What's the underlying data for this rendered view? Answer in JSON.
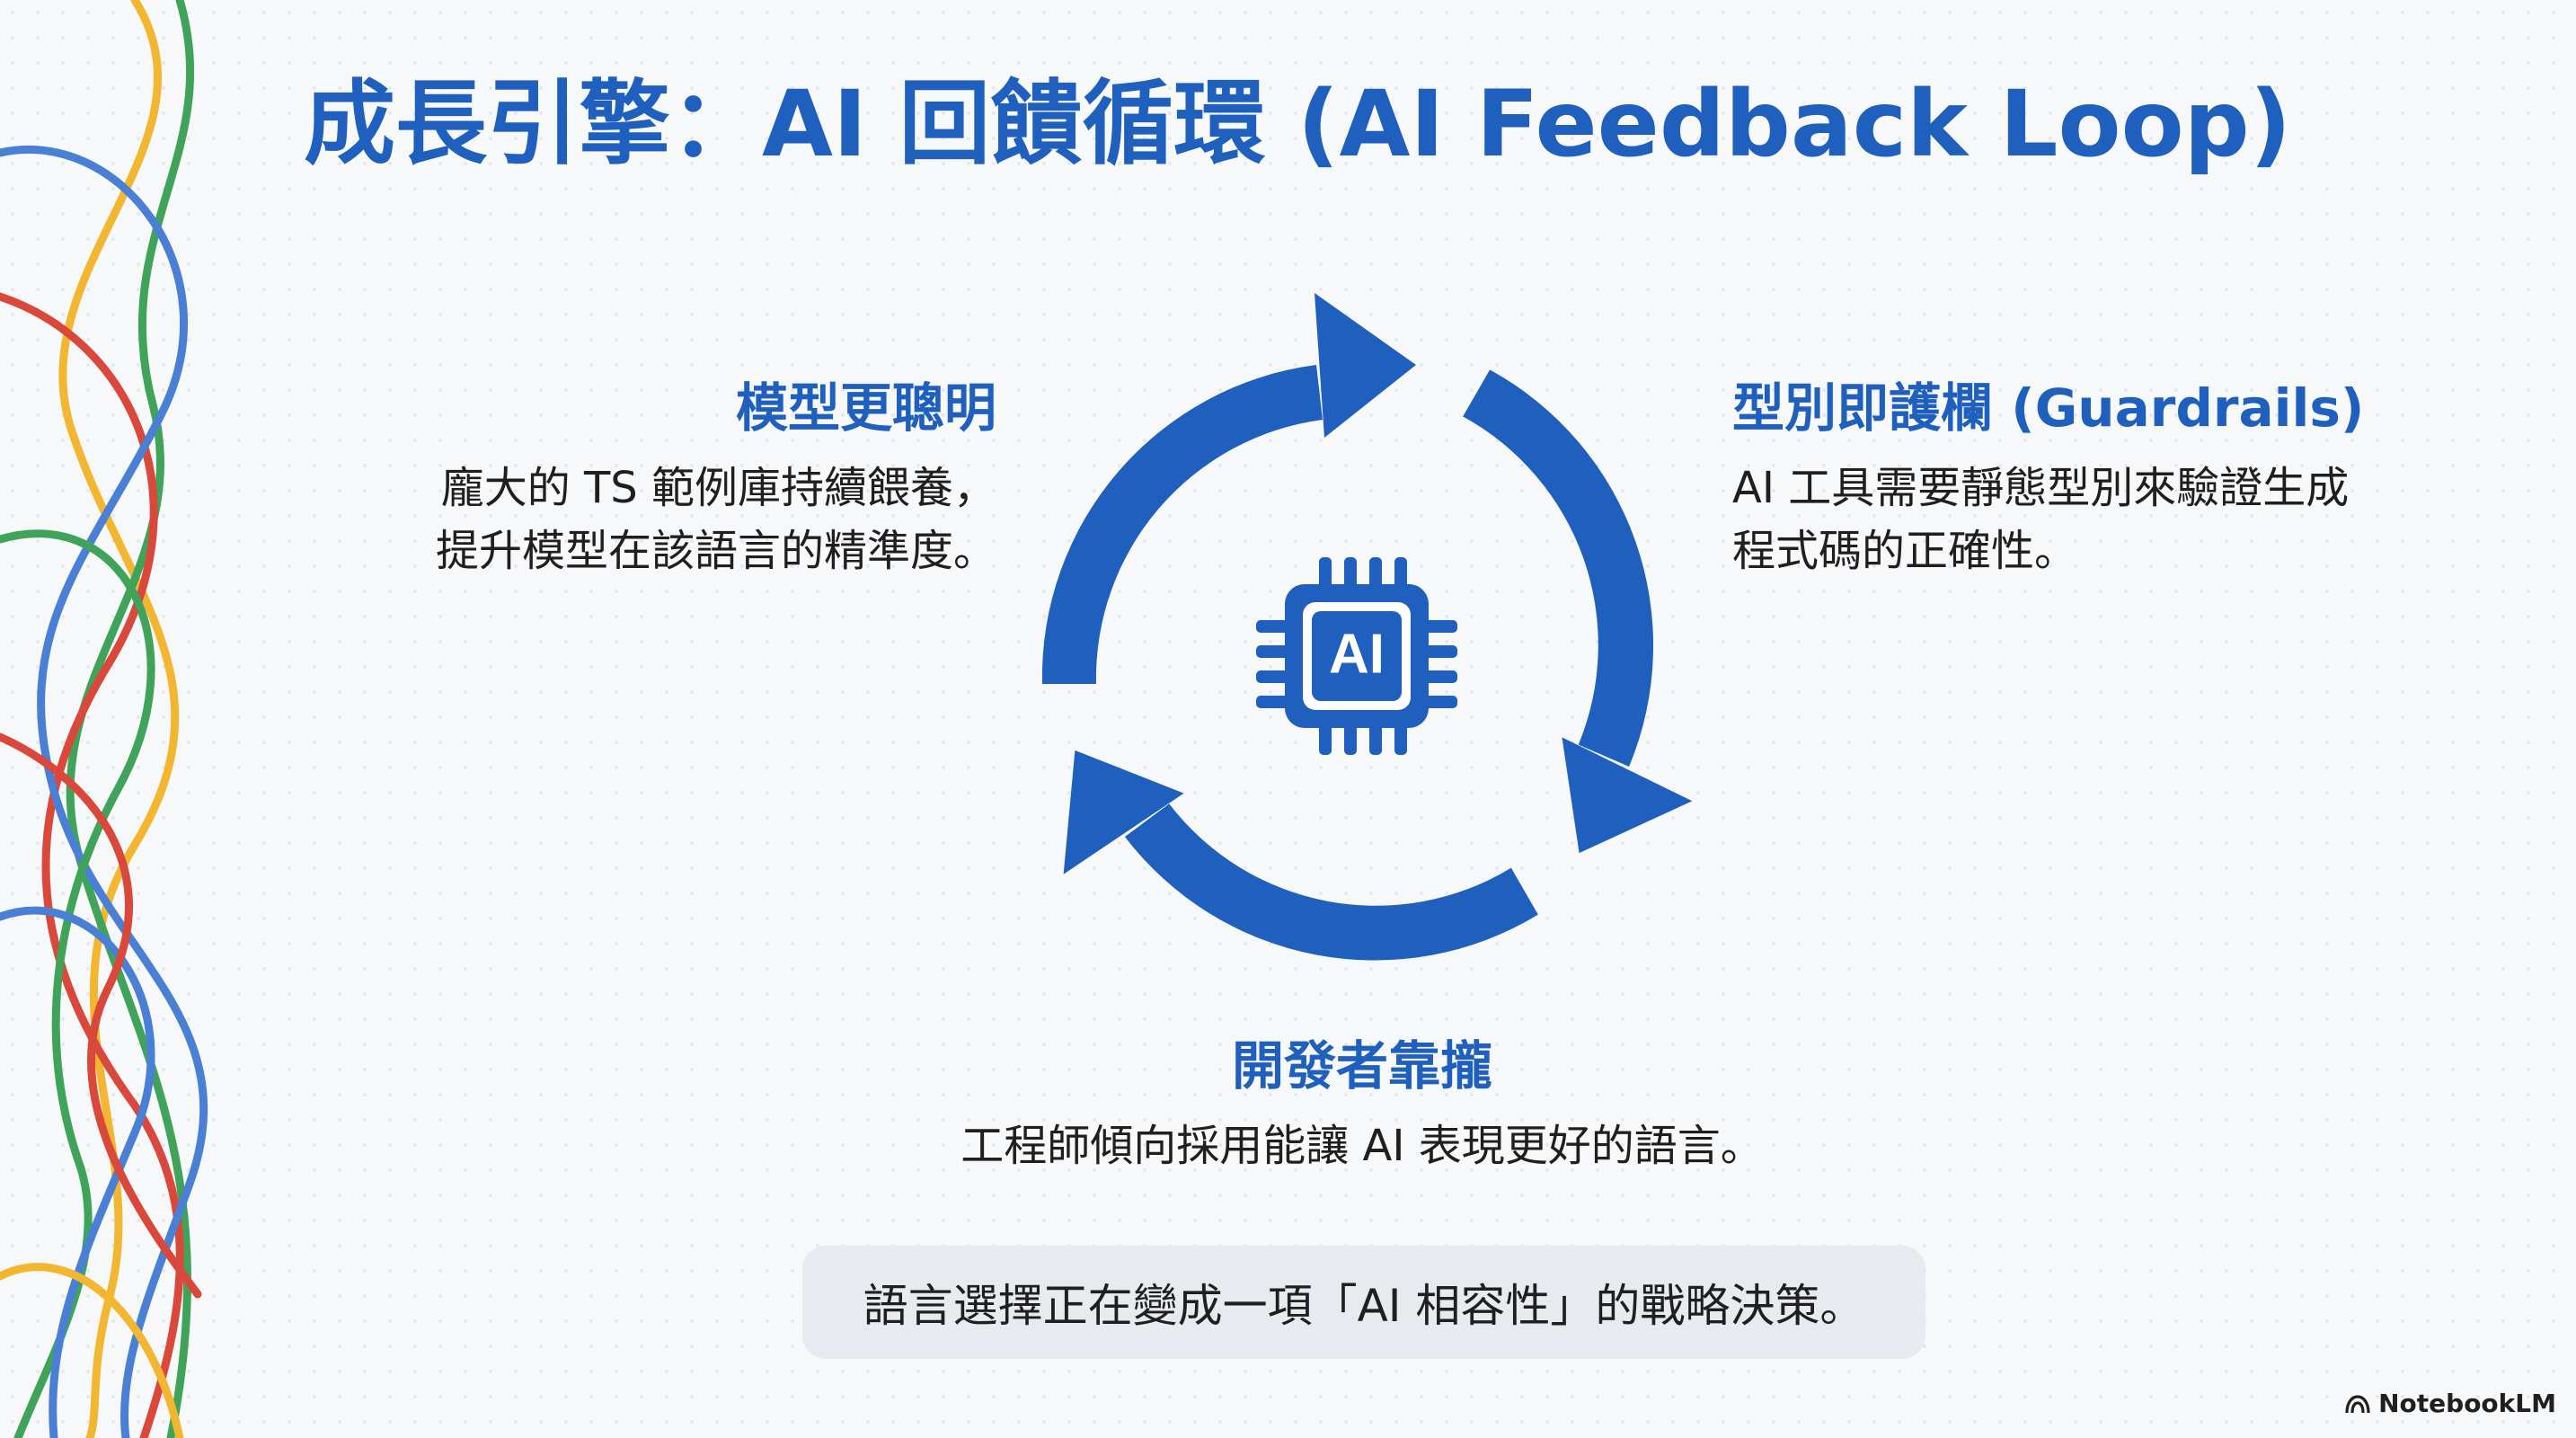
{
  "title": "成長引擎：AI 回饋循環 (AI Feedback Loop)",
  "center_chip": {
    "label": "AI"
  },
  "labels": {
    "left": {
      "title": "模型更聰明",
      "lines": [
        "龐大的 TS 範例庫持續餵養，",
        "提升模型在該語言的精準度。"
      ]
    },
    "right": {
      "title": "型別即護欄 (Guardrails)",
      "lines": [
        "AI 工具需要靜態型別來驗證生成",
        "程式碼的正確性。"
      ]
    },
    "bottom": {
      "title": "開發者靠攏",
      "lines": [
        "工程師傾向採用能讓 AI 表現更好的語言。"
      ]
    }
  },
  "callout": "語言選擇正在變成一項「AI 相容性」的戰略決策。",
  "brand": {
    "name": "NotebookLM"
  },
  "colors": {
    "primary": "#1f5fbd",
    "line_blue": "#4a7fd6",
    "line_red": "#d9483b",
    "line_yellow": "#f2b630",
    "line_green": "#3fa45a"
  }
}
